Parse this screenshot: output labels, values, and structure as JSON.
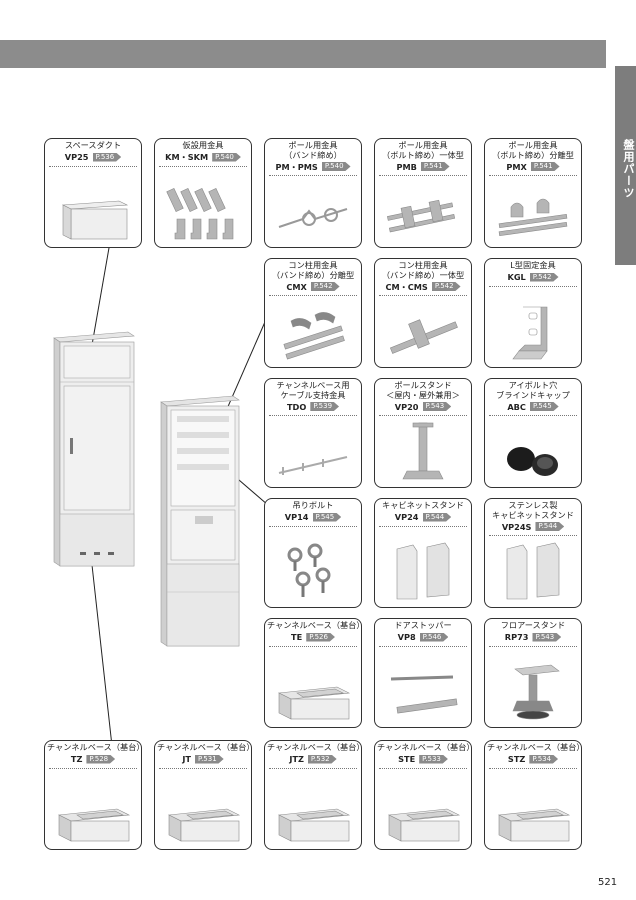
{
  "side_tab": "盤用パーツ",
  "page_number": "521",
  "cards": [
    {
      "name": [
        "スペースダクト"
      ],
      "code": "VP25",
      "page": "P.536",
      "icon": "duct-icon"
    },
    {
      "name": [
        "仮設用金具"
      ],
      "code": "KM・SKM",
      "page": "P.540",
      "icon": "temp-bracket-icon"
    },
    {
      "name": [
        "ポール用金具",
        "（バンド締め）"
      ],
      "code": "PM・PMS",
      "page": "P.540",
      "icon": "pole-band-icon"
    },
    {
      "name": [
        "ポール用金具",
        "（ボルト締め）一体型"
      ],
      "code": "PMB",
      "page": "P.541",
      "icon": "pole-bolt-icon"
    },
    {
      "name": [
        "ポール用金具",
        "（ボルト締め）分離型"
      ],
      "code": "PMX",
      "page": "P.541",
      "icon": "pole-split-icon"
    },
    {
      "name": [
        "コン柱用金具",
        "（バンド締め）分離型"
      ],
      "code": "CMX",
      "page": "P.542",
      "icon": "concrete-band-icon"
    },
    {
      "name": [
        "コン柱用金具",
        "（バンド締め）一体型"
      ],
      "code": "CM・CMS",
      "page": "P.542",
      "icon": "concrete-integrated-icon"
    },
    {
      "name": [
        "L型固定金具"
      ],
      "code": "KGL",
      "page": "P.542",
      "icon": "l-bracket-icon"
    },
    {
      "name": [
        "チャンネルベース用",
        "ケーブル支持金具"
      ],
      "code": "TDO",
      "page": "P.539",
      "icon": "cable-support-icon"
    },
    {
      "name": [
        "ポールスタンド",
        "＜屋内・屋外兼用＞"
      ],
      "code": "VP20",
      "page": "P.543",
      "icon": "pole-stand-icon"
    },
    {
      "name": [
        "アイボルト穴",
        "ブラインドキャップ"
      ],
      "code": "ABC",
      "page": "P.545",
      "icon": "blind-cap-icon"
    },
    {
      "name": [
        "吊りボルト"
      ],
      "code": "VP14",
      "page": "P.545",
      "icon": "eye-bolt-icon"
    },
    {
      "name": [
        "キャビネットスタンド"
      ],
      "code": "VP24",
      "page": "P.544",
      "icon": "cabinet-stand-icon"
    },
    {
      "name": [
        "ステンレス製",
        "キャビネットスタンド"
      ],
      "code": "VP24S",
      "page": "P.544",
      "icon": "stainless-stand-icon"
    },
    {
      "name": [
        "チャンネルベース（基台）"
      ],
      "code": "TE",
      "page": "P.526",
      "icon": "channel-base-icon"
    },
    {
      "name": [
        "ドアストッパー"
      ],
      "code": "VP8",
      "page": "P.546",
      "icon": "door-stopper-icon"
    },
    {
      "name": [
        "フロアースタンド"
      ],
      "code": "RP73",
      "page": "P.543",
      "icon": "floor-stand-icon"
    },
    {
      "name": [
        "チャンネルベース（基台）"
      ],
      "code": "TZ",
      "page": "P.528",
      "icon": "channel-base-icon"
    },
    {
      "name": [
        "チャンネルベース（基台）"
      ],
      "code": "JT",
      "page": "P.531",
      "icon": "channel-base-icon"
    },
    {
      "name": [
        "チャンネルベース（基台）"
      ],
      "code": "JTZ",
      "page": "P.532",
      "icon": "channel-base-icon"
    },
    {
      "name": [
        "チャンネルベース（基台）"
      ],
      "code": "STE",
      "page": "P.533",
      "icon": "channel-base-icon"
    },
    {
      "name": [
        "チャンネルベース（基台）"
      ],
      "code": "STZ",
      "page": "P.534",
      "icon": "channel-base-icon"
    }
  ]
}
